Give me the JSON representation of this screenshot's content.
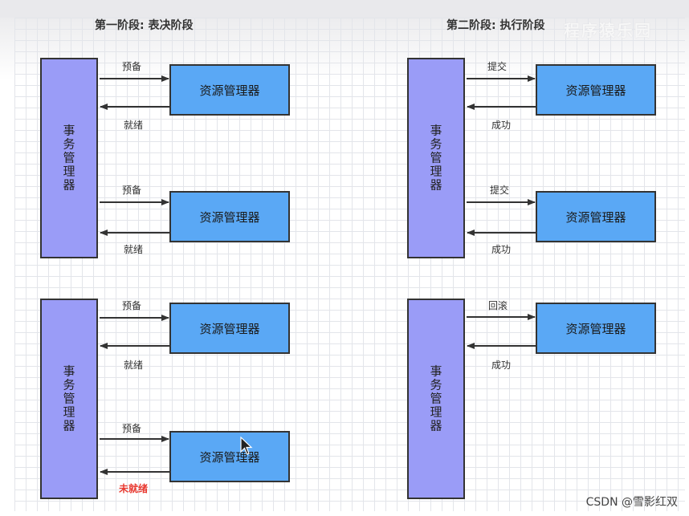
{
  "titles": {
    "phase1": "第一阶段: 表决阶段",
    "phase2": "第二阶段: 执行阶段"
  },
  "logo_text": "程序猿乐园",
  "transaction_manager_label": "事务管理器",
  "resource_manager_label": "资源管理器",
  "arrow_labels": {
    "prepare": "预备",
    "ready": "就绪",
    "not_ready": "未就绪",
    "commit": "提交",
    "success": "成功",
    "rollback": "回滚"
  },
  "watermark": "CSDN @雪影红双",
  "colors": {
    "transaction_manager": "#9a9cf7",
    "resource_manager": "#5aa8f5",
    "warning_text": "#e8382f"
  },
  "icons": [
    "mouse-cursor-icon"
  ]
}
